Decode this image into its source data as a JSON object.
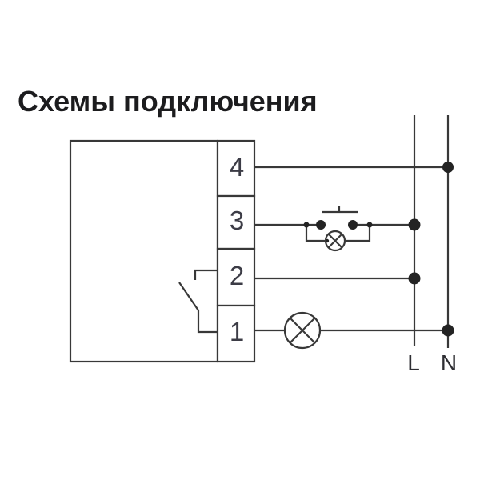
{
  "title": "Схемы подключения",
  "diagram": {
    "device": {
      "name": "controlled-device-outline",
      "terminals": [
        {
          "label": "4"
        },
        {
          "label": "3"
        },
        {
          "label": "2"
        },
        {
          "label": "1"
        }
      ]
    },
    "bus_lines": [
      {
        "label": "L"
      },
      {
        "label": "N"
      }
    ],
    "symbols": {
      "internal_switch": "relay-contact-open-switch",
      "push_button": "momentary-push-button-normally-open",
      "indicator_lamp": "small-lamp-with-glow-dot",
      "load_lamp": "lamp-load"
    }
  },
  "colors": {
    "background": "#ffffff",
    "line": "#383838",
    "dot": "#232323",
    "title_text": "#1c1c1e",
    "terminal_text": "#3c3c46",
    "bus_text": "#2e2e33"
  }
}
